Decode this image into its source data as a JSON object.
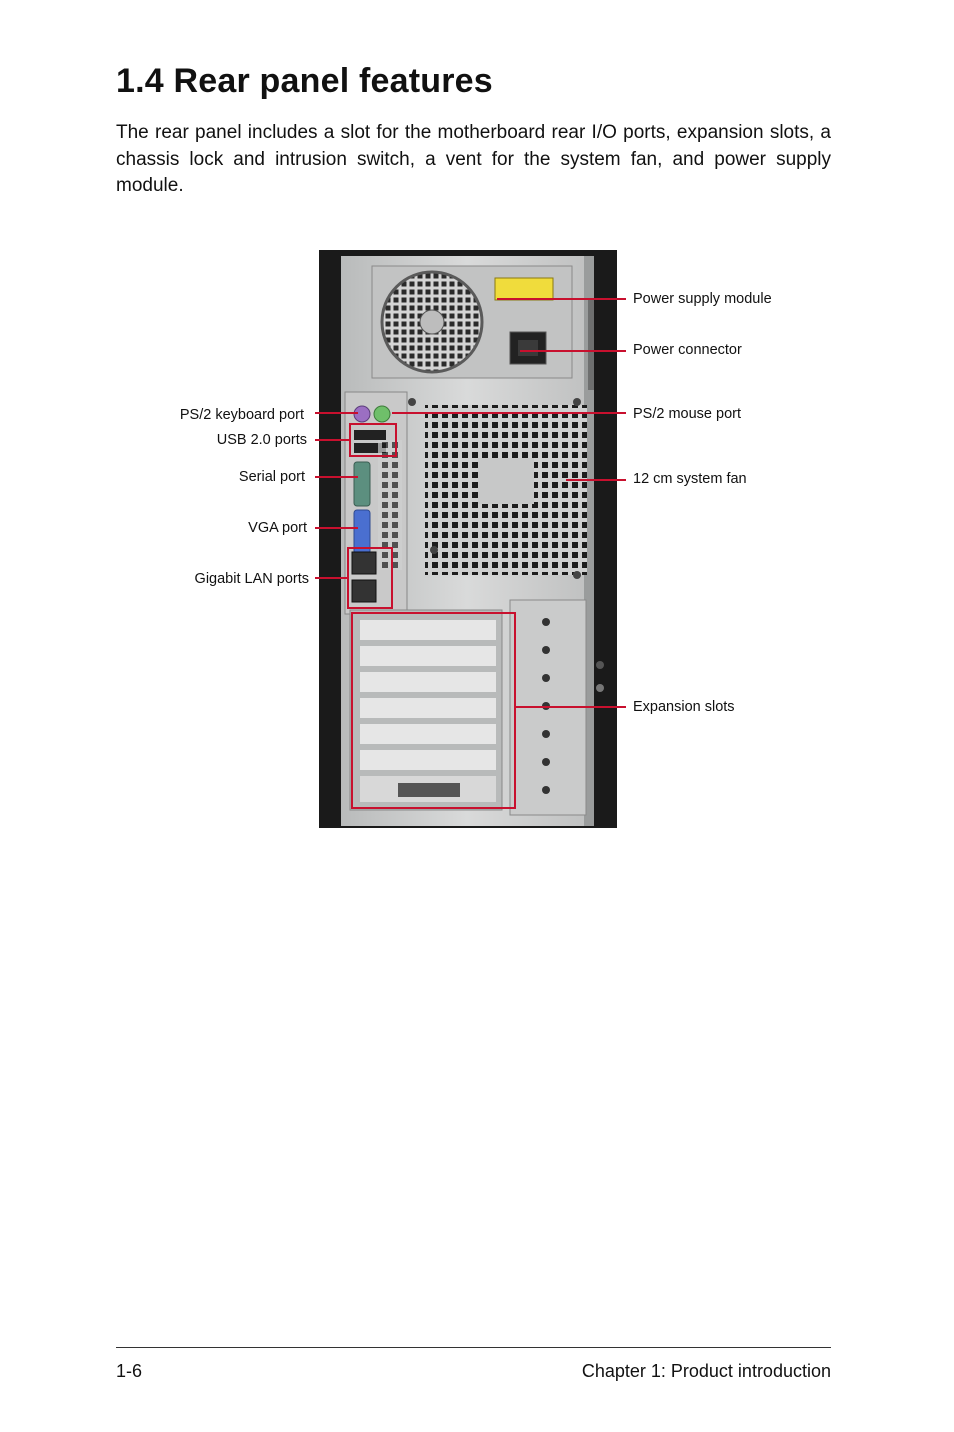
{
  "heading": "1.4 Rear panel features",
  "intro": "The rear panel includes a slot for the motherboard rear I/O ports, expansion slots, a chassis lock and intrusion switch, a vent for the system fan, and power supply module.",
  "callouts": {
    "power_supply_module": "Power supply module",
    "power_connector": "Power connector",
    "ps2_mouse_port": "PS/2 mouse port",
    "system_fan": "12 cm system fan",
    "expansion_slots": "Expansion slots",
    "ps2_keyboard_port": "PS/2 keyboard port",
    "usb_ports": "USB 2.0 ports",
    "serial_port": "Serial port",
    "vga_port": "VGA port",
    "lan_ports": "Gigabit LAN ports"
  },
  "colors": {
    "callout": "#c8102e"
  },
  "footer": {
    "page_number": "1-6",
    "chapter": "Chapter 1: Product introduction"
  }
}
